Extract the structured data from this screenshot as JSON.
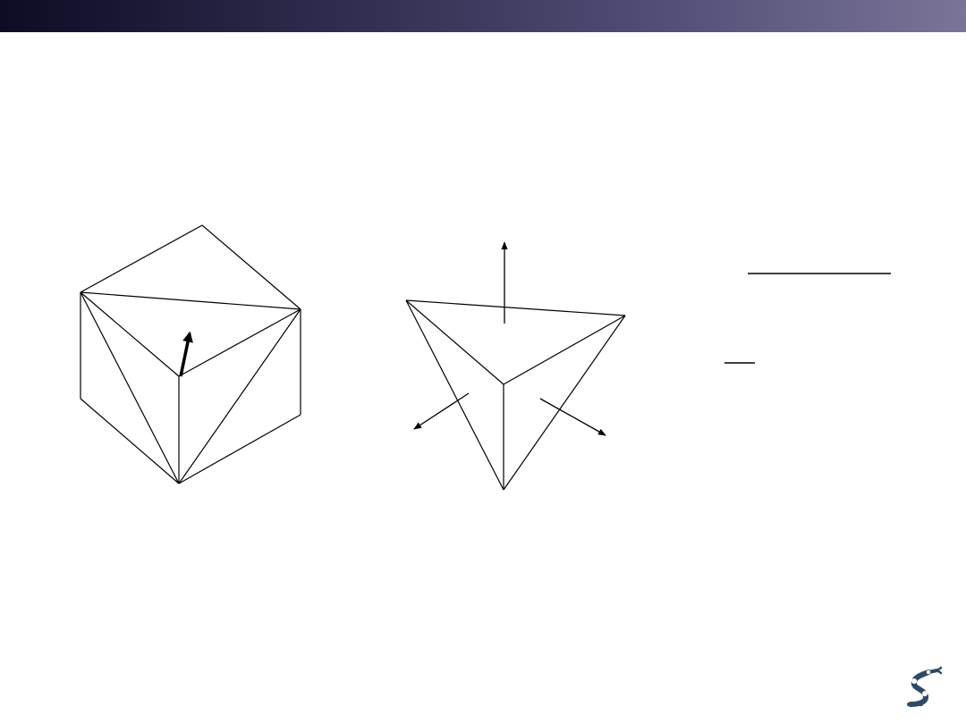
{
  "slide": {
    "colors": {
      "header_gradient_start": "#0c0c24",
      "header_gradient_end": "#7a7498",
      "line": "#000000",
      "logo": "#2f4a64",
      "background": "#ffffff"
    }
  },
  "figures": {
    "left": {
      "description_icon": "triangulated-cube-with-normal-arrow"
    },
    "middle": {
      "description_icon": "tetrahedron-corner-with-three-normal-arrows"
    },
    "right": {
      "description_icon": "fraction-bar-lines"
    }
  },
  "logo": {
    "icon": "robot-arm-logo-icon"
  }
}
